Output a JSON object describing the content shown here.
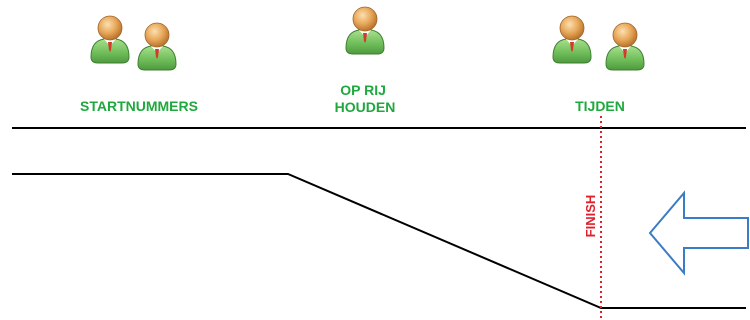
{
  "groups": [
    {
      "label_lines": [
        "STARTNUMMERS"
      ],
      "person_icons": 2
    },
    {
      "label_lines": [
        "OP RIJ",
        "HOUDEN"
      ],
      "person_icons": 1
    },
    {
      "label_lines": [
        "TIJDEN"
      ],
      "person_icons": 2
    }
  ],
  "finish": {
    "label": "FINISH"
  },
  "direction_arrow": {
    "icon": "left-arrow-icon",
    "points": "left"
  },
  "colors": {
    "label_green": "#1fa83d",
    "finish_red": "#e0202a",
    "arrow_blue": "#3b7cc6",
    "line_black": "#000000",
    "person_head": "#e8a85a",
    "person_body": "#7cc46a",
    "person_tie": "#d23a2a"
  }
}
